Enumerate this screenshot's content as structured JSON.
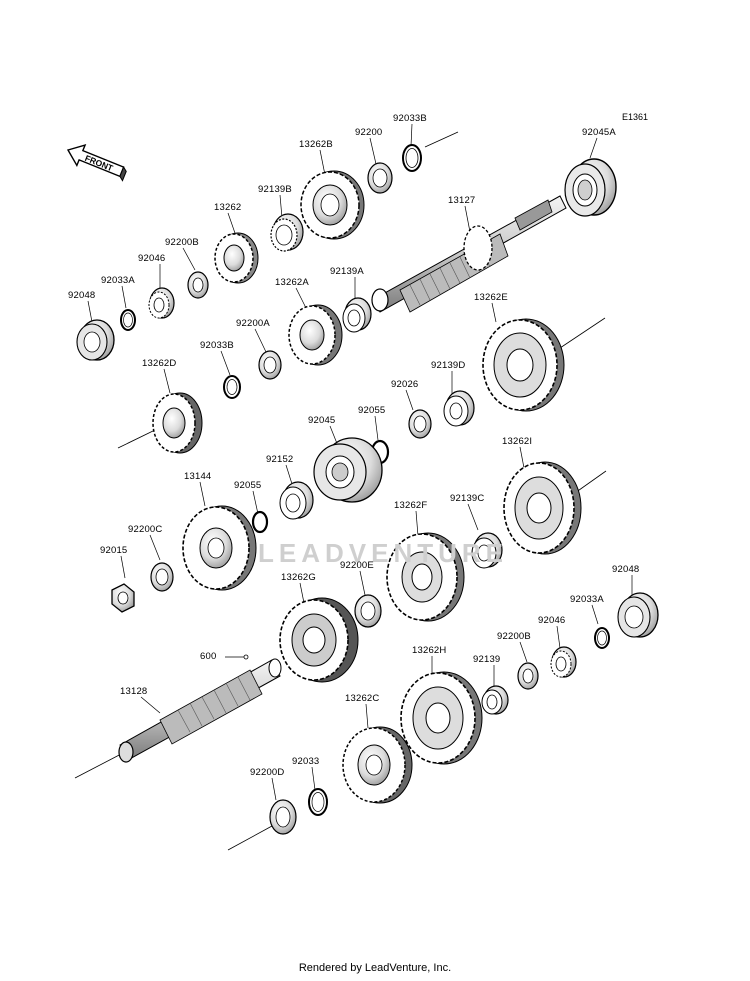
{
  "diagram": {
    "code": "E1361",
    "front_label": "FRONT",
    "watermark": "LEADVENTURE",
    "footer": "Rendered by LeadVenture, Inc.",
    "labels": [
      {
        "id": "l-92033B-top",
        "text": "92033B"
      },
      {
        "id": "l-92045A",
        "text": "92045A"
      },
      {
        "id": "l-92200-top",
        "text": "92200"
      },
      {
        "id": "l-13262B",
        "text": "13262B"
      },
      {
        "id": "l-92139B",
        "text": "92139B"
      },
      {
        "id": "l-13262",
        "text": "13262"
      },
      {
        "id": "l-13127",
        "text": "13127"
      },
      {
        "id": "l-92200B-top",
        "text": "92200B"
      },
      {
        "id": "l-92046-top",
        "text": "92046"
      },
      {
        "id": "l-92033A-top",
        "text": "92033A"
      },
      {
        "id": "l-92048-top",
        "text": "92048"
      },
      {
        "id": "l-13262A",
        "text": "13262A"
      },
      {
        "id": "l-92139A",
        "text": "92139A"
      },
      {
        "id": "l-13262E",
        "text": "13262E"
      },
      {
        "id": "l-92200A",
        "text": "92200A"
      },
      {
        "id": "l-92033B-mid",
        "text": "92033B"
      },
      {
        "id": "l-92139D",
        "text": "92139D"
      },
      {
        "id": "l-13262D",
        "text": "13262D"
      },
      {
        "id": "l-92026",
        "text": "92026"
      },
      {
        "id": "l-92055-top",
        "text": "92055"
      },
      {
        "id": "l-92045",
        "text": "92045"
      },
      {
        "id": "l-13262I",
        "text": "13262I"
      },
      {
        "id": "l-92152",
        "text": "92152"
      },
      {
        "id": "l-13144",
        "text": "13144"
      },
      {
        "id": "l-92055-mid",
        "text": "92055"
      },
      {
        "id": "l-13262F",
        "text": "13262F"
      },
      {
        "id": "l-92139C",
        "text": "92139C"
      },
      {
        "id": "l-92200C",
        "text": "92200C"
      },
      {
        "id": "l-92015",
        "text": "92015"
      },
      {
        "id": "l-92200E",
        "text": "92200E"
      },
      {
        "id": "l-13262G",
        "text": "13262G"
      },
      {
        "id": "l-92048-bot",
        "text": "92048"
      },
      {
        "id": "l-92033A-bot",
        "text": "92033A"
      },
      {
        "id": "l-92046-bot",
        "text": "92046"
      },
      {
        "id": "l-600",
        "text": "600"
      },
      {
        "id": "l-92200B-bot",
        "text": "92200B"
      },
      {
        "id": "l-13262H",
        "text": "13262H"
      },
      {
        "id": "l-92139",
        "text": "92139"
      },
      {
        "id": "l-13128",
        "text": "13128"
      },
      {
        "id": "l-13262C",
        "text": "13262C"
      },
      {
        "id": "l-92033",
        "text": "92033"
      },
      {
        "id": "l-92200D",
        "text": "92200D"
      }
    ]
  }
}
